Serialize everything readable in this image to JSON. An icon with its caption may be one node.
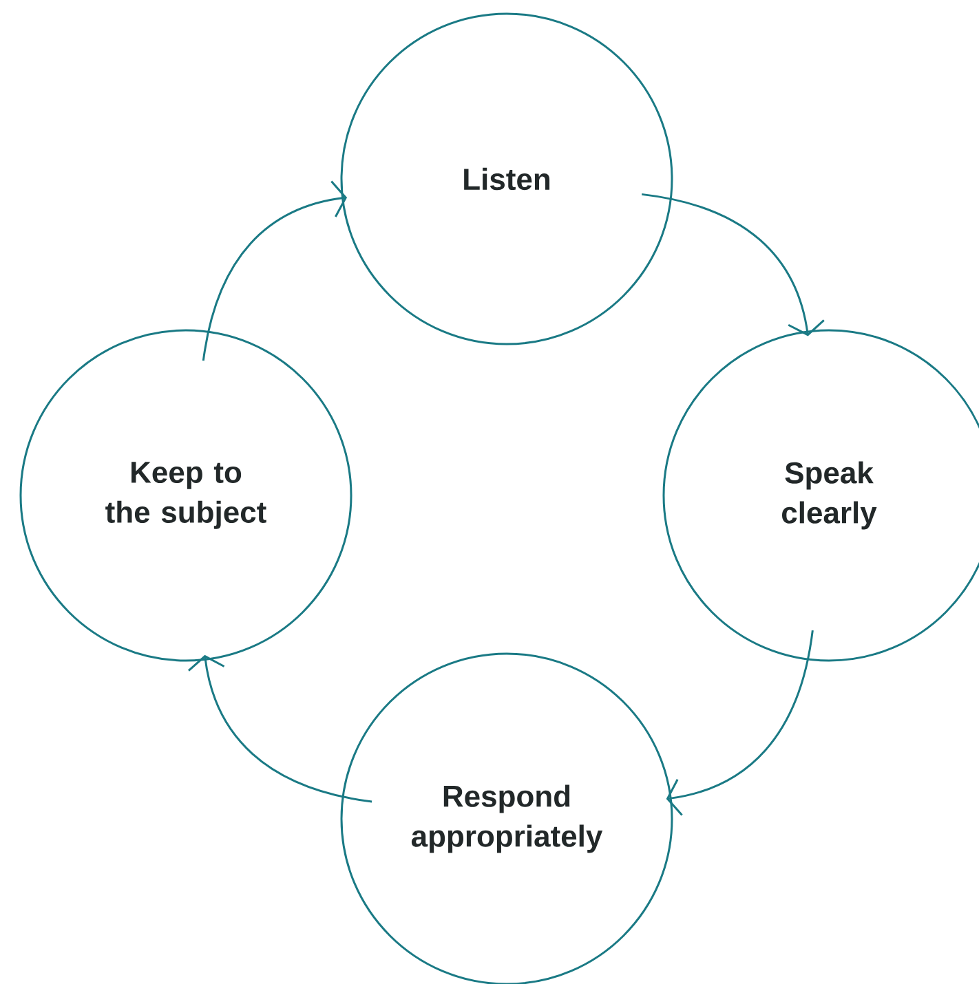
{
  "diagram": {
    "nodes": [
      {
        "text": [
          "Listen"
        ]
      },
      {
        "text": [
          "Speak clearly"
        ]
      },
      {
        "text": [
          "Respond appropriately"
        ]
      },
      {
        "text": [
          "Keep to the subject"
        ]
      }
    ],
    "edges": [
      {
        "from": 0,
        "to": 1,
        "arrow": "to"
      },
      {
        "from": 1,
        "to": 2,
        "arrow": "to"
      },
      {
        "from": 2,
        "to": 3,
        "arrow": "to"
      },
      {
        "from": 3,
        "to": 0,
        "arrow": "to"
      }
    ]
  }
}
